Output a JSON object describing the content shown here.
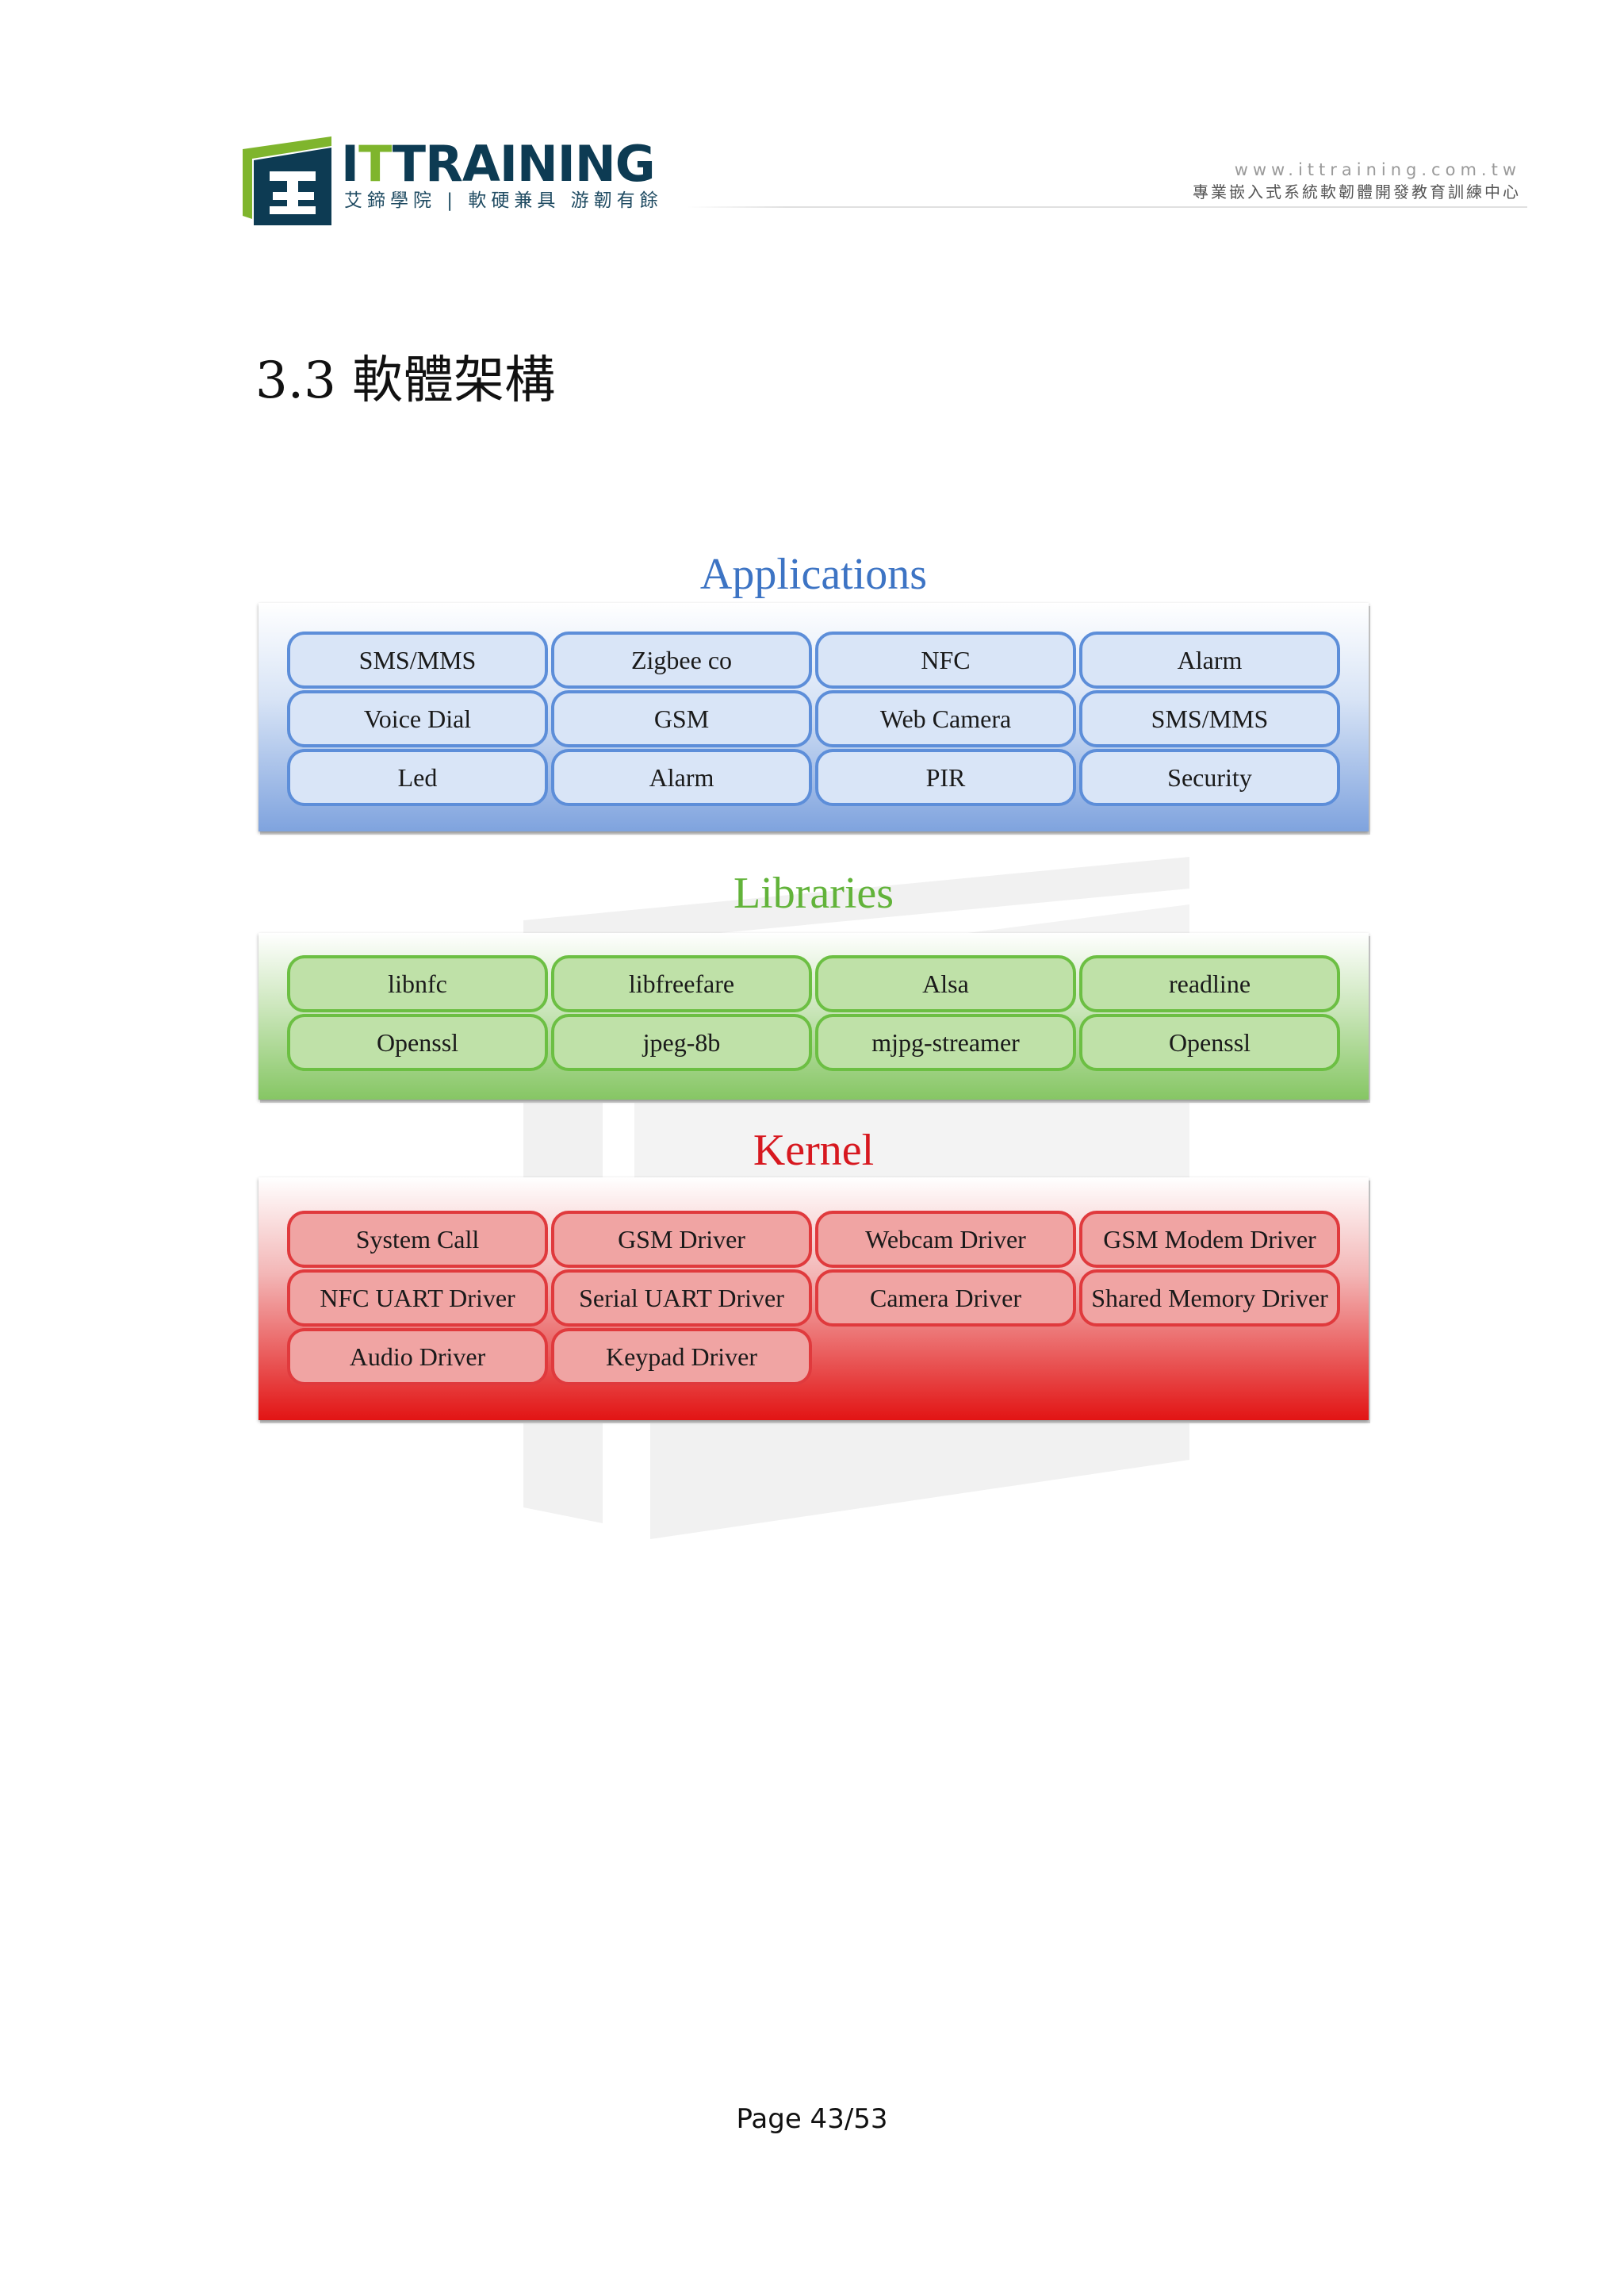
{
  "header": {
    "brand_name_prefix": "I",
    "brand_name_accent": "T",
    "brand_name_suffix": "TRAINING",
    "tagline": "艾鍗學院 | 軟硬兼具 游韌有餘",
    "site_url": "www.ittraining.com.tw",
    "site_description": "專業嵌入式系統軟韌體開發教育訓練中心",
    "colors": {
      "brand_navy": "#0d3b53",
      "brand_green": "#7fb52d"
    }
  },
  "section_heading": "3.3 軟體架構",
  "diagram": {
    "applications": {
      "title": "Applications",
      "color": "#3d74c4",
      "items": [
        "SMS/MMS",
        "Zigbee co",
        "NFC",
        "Alarm",
        "Voice Dial",
        "GSM",
        "Web Camera",
        "SMS/MMS",
        "Led",
        "Alarm",
        "PIR",
        "Security"
      ]
    },
    "libraries": {
      "title": "Libraries",
      "color": "#62b33a",
      "items": [
        "libnfc",
        "libfreefare",
        "Alsa",
        "readline",
        "Openssl",
        "jpeg-8b",
        "mjpg-streamer",
        "Openssl"
      ]
    },
    "kernel": {
      "title": "Kernel",
      "color": "#d7181f",
      "items": [
        "System Call",
        "GSM Driver",
        "Webcam Driver",
        "GSM Modem Driver",
        "NFC UART Driver",
        "Serial UART Driver",
        "Camera Driver",
        "Shared Memory Driver",
        "Audio Driver",
        "Keypad Driver"
      ]
    }
  },
  "footer": {
    "page_label": "Page 43/53"
  }
}
